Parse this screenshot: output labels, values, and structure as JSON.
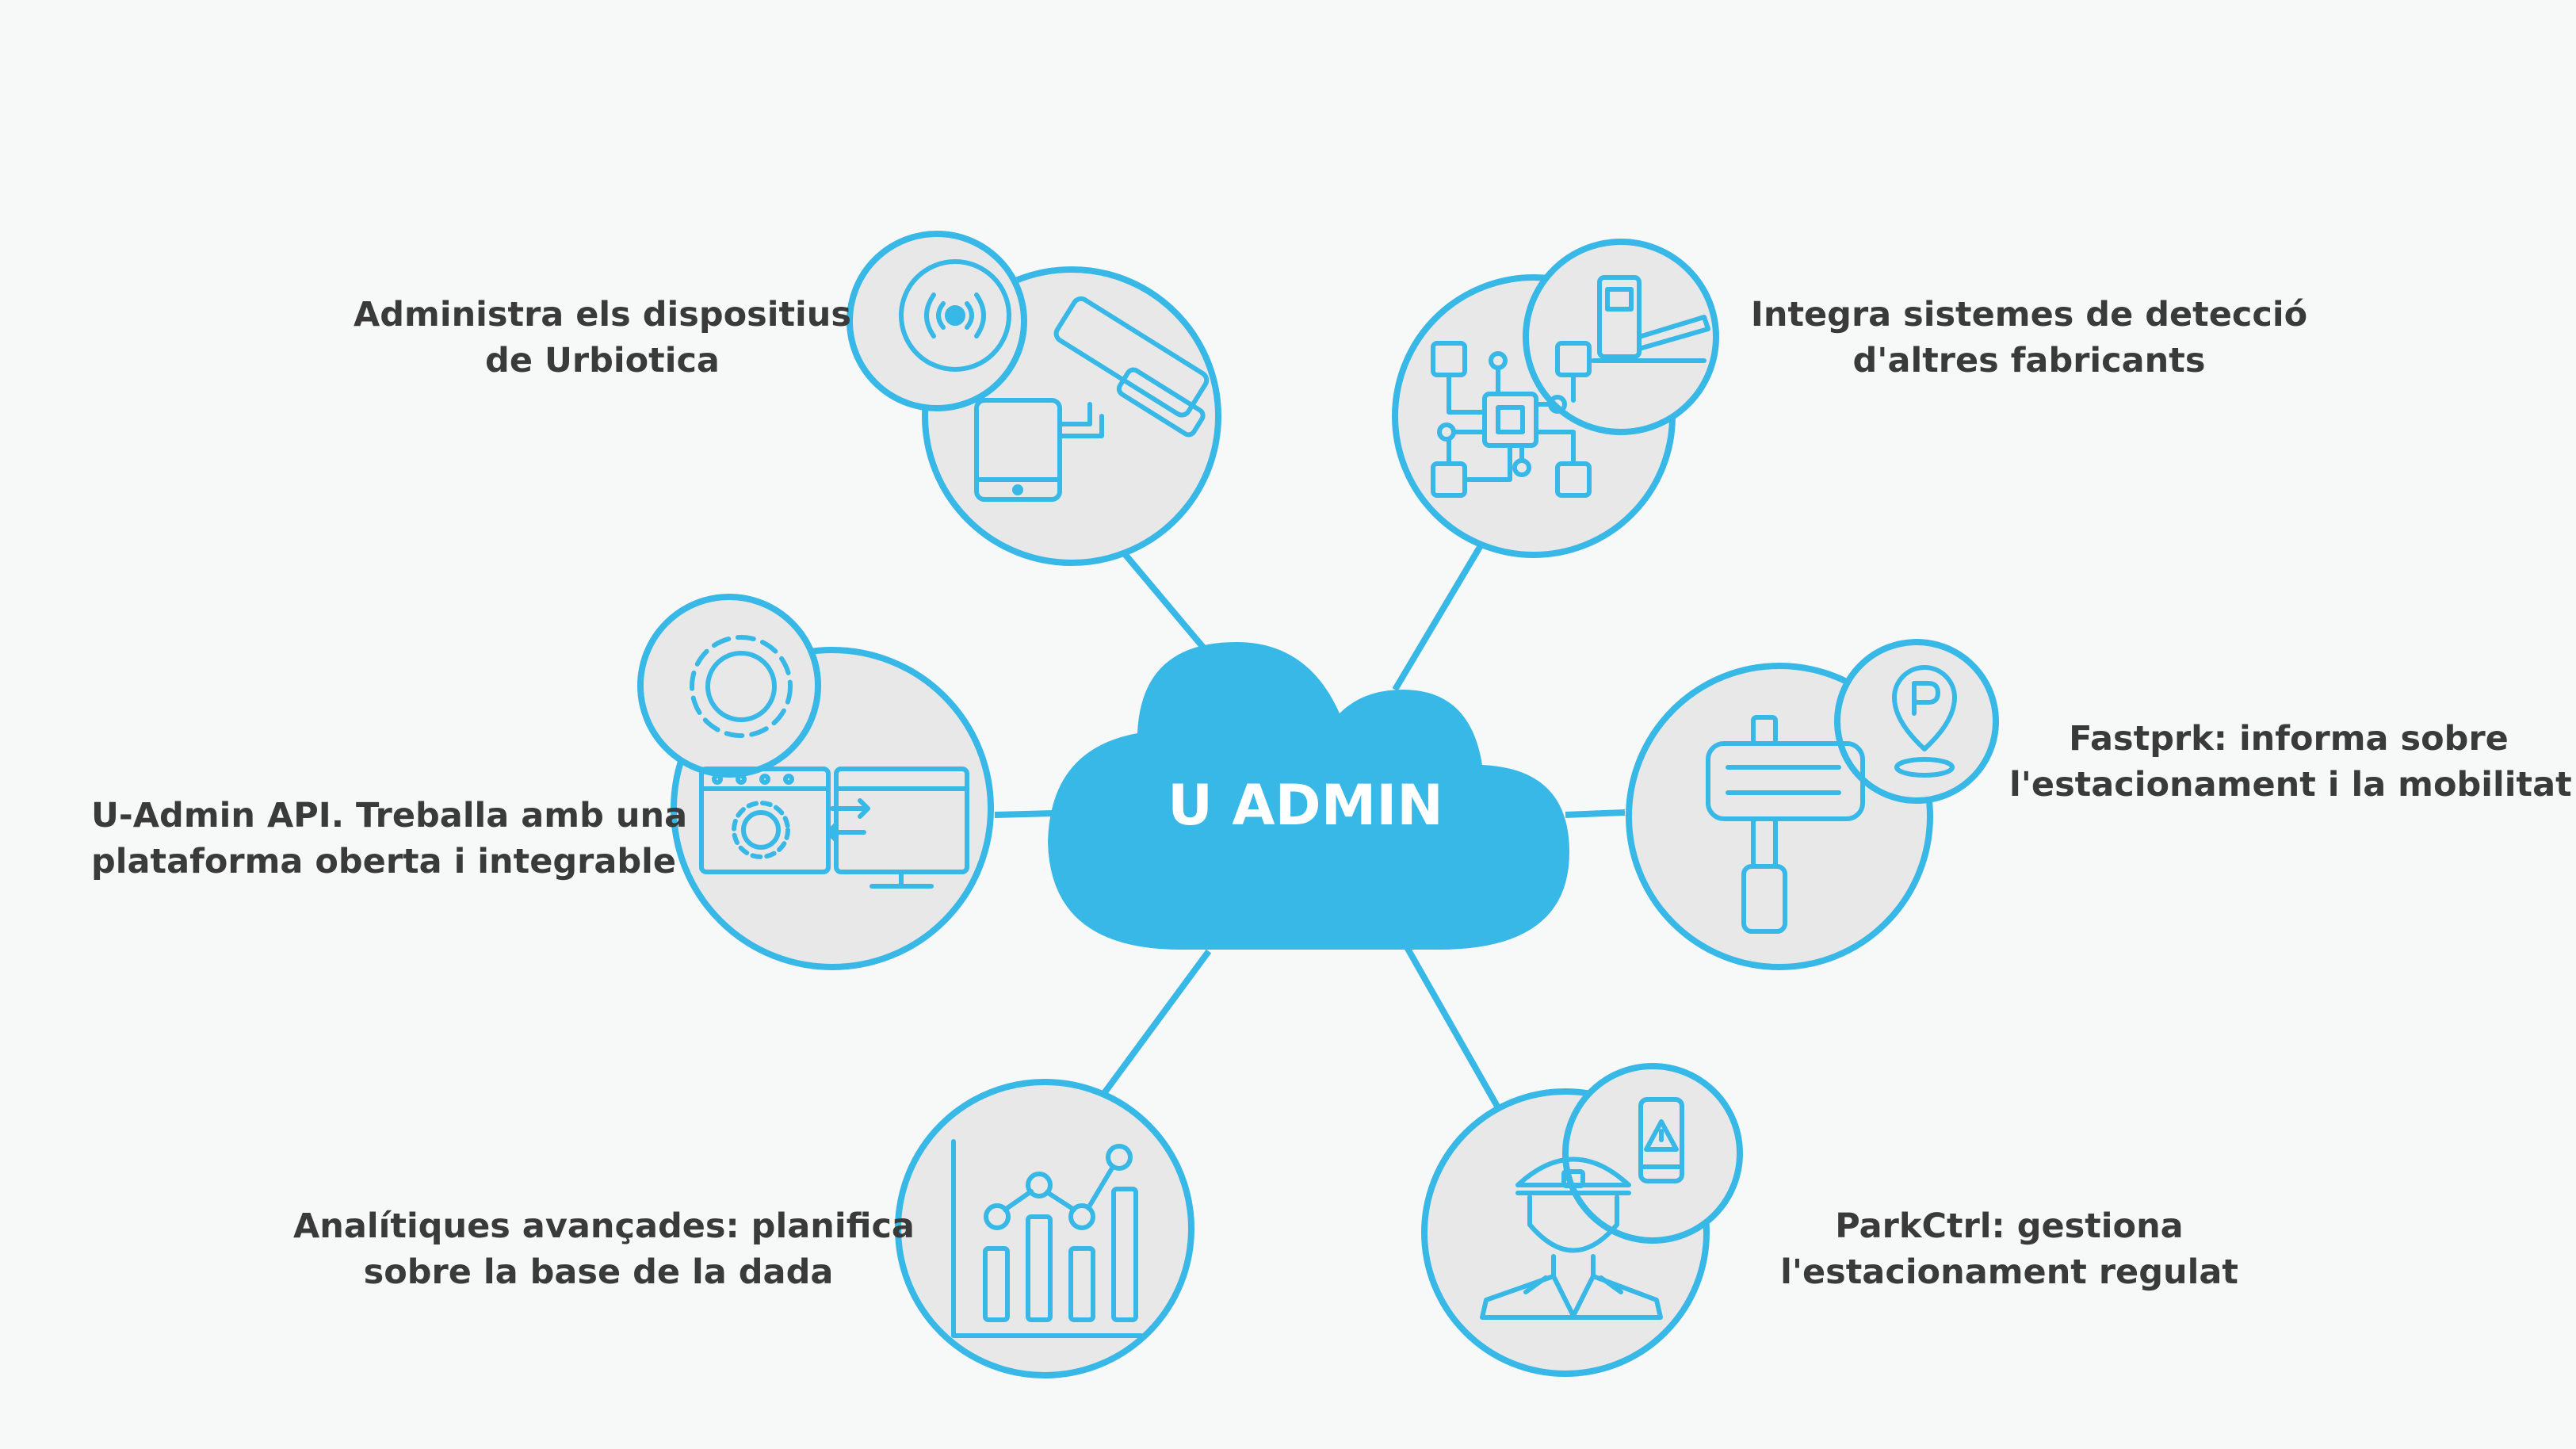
{
  "center": {
    "title": "U ADMIN"
  },
  "colors": {
    "accent": "#38b8e6",
    "node_fill": "#e8e8e8",
    "text": "#3a3a3a",
    "background": "#f7f8f8"
  },
  "nodes": [
    {
      "id": "devices",
      "icon": "tablet-camera-signal-icon",
      "line1": "Administra els dispositius",
      "line2": "de Urbiotica"
    },
    {
      "id": "detection",
      "icon": "circuit-barrier-icon",
      "line1": "Integra sistemes de detecció",
      "line2": "d'altres fabricants"
    },
    {
      "id": "api",
      "icon": "gear-screens-icon",
      "line1": "U-Admin API. Treballa amb una",
      "line2": "plataforma oberta i integrable"
    },
    {
      "id": "fastprk",
      "icon": "parking-sign-icon",
      "line1": "Fastprk: informa sobre",
      "line2": "l'estacionament i la mobilitat"
    },
    {
      "id": "analytics",
      "icon": "bar-chart-icon",
      "line1": "Analítiques avançades: planifica",
      "line2": "sobre la base de la dada"
    },
    {
      "id": "parkctrl",
      "icon": "officer-phone-icon",
      "line1": "ParkCtrl: gestiona",
      "line2": "l'estacionament regulat"
    }
  ]
}
